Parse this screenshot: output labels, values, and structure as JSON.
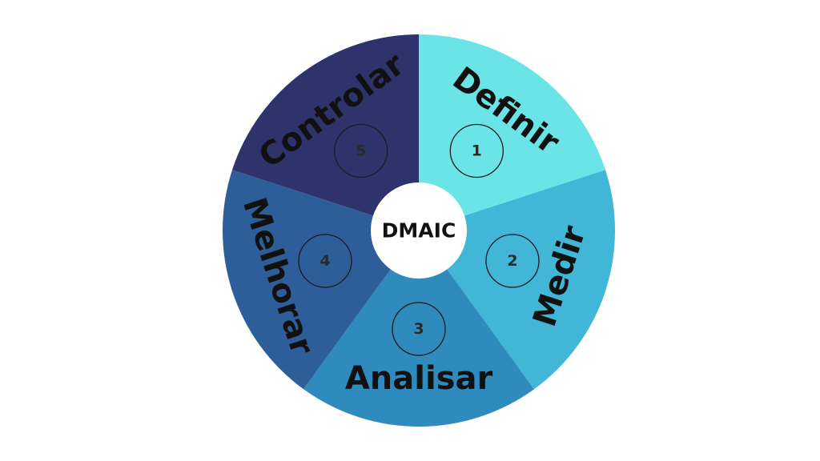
{
  "diagram": {
    "center_label": "DMAIC",
    "segments": [
      {
        "number": "1",
        "label": "Definir",
        "color": "#6be4e8"
      },
      {
        "number": "2",
        "label": "Medir",
        "color": "#41b6d6"
      },
      {
        "number": "3",
        "label": "Analisar",
        "color": "#2f8bbd"
      },
      {
        "number": "4",
        "label": "Melhorar",
        "color": "#2e5e99"
      },
      {
        "number": "5",
        "label": "Controlar",
        "color": "#2e336b"
      }
    ]
  }
}
